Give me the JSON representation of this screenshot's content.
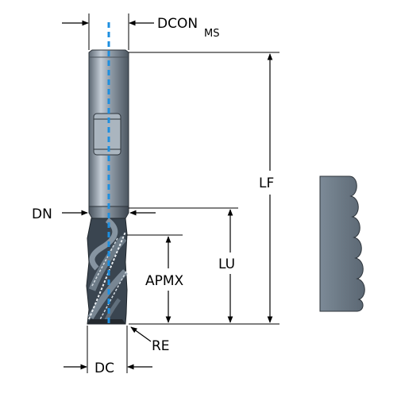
{
  "labels": {
    "dcon": "DCON",
    "dcon_sub": "MS",
    "lf": "LF",
    "lu": "LU",
    "dn": "DN",
    "apmx": "APMX",
    "re": "RE",
    "dc": "DC"
  },
  "colors": {
    "shank": "#7f8b97",
    "shank_highlight": "#c3ccd5",
    "shank_dark": "#4c5660",
    "flute": "#3a4550",
    "axis": "#1e8fe0",
    "profile": "#6d7b89",
    "line": "#000000"
  }
}
